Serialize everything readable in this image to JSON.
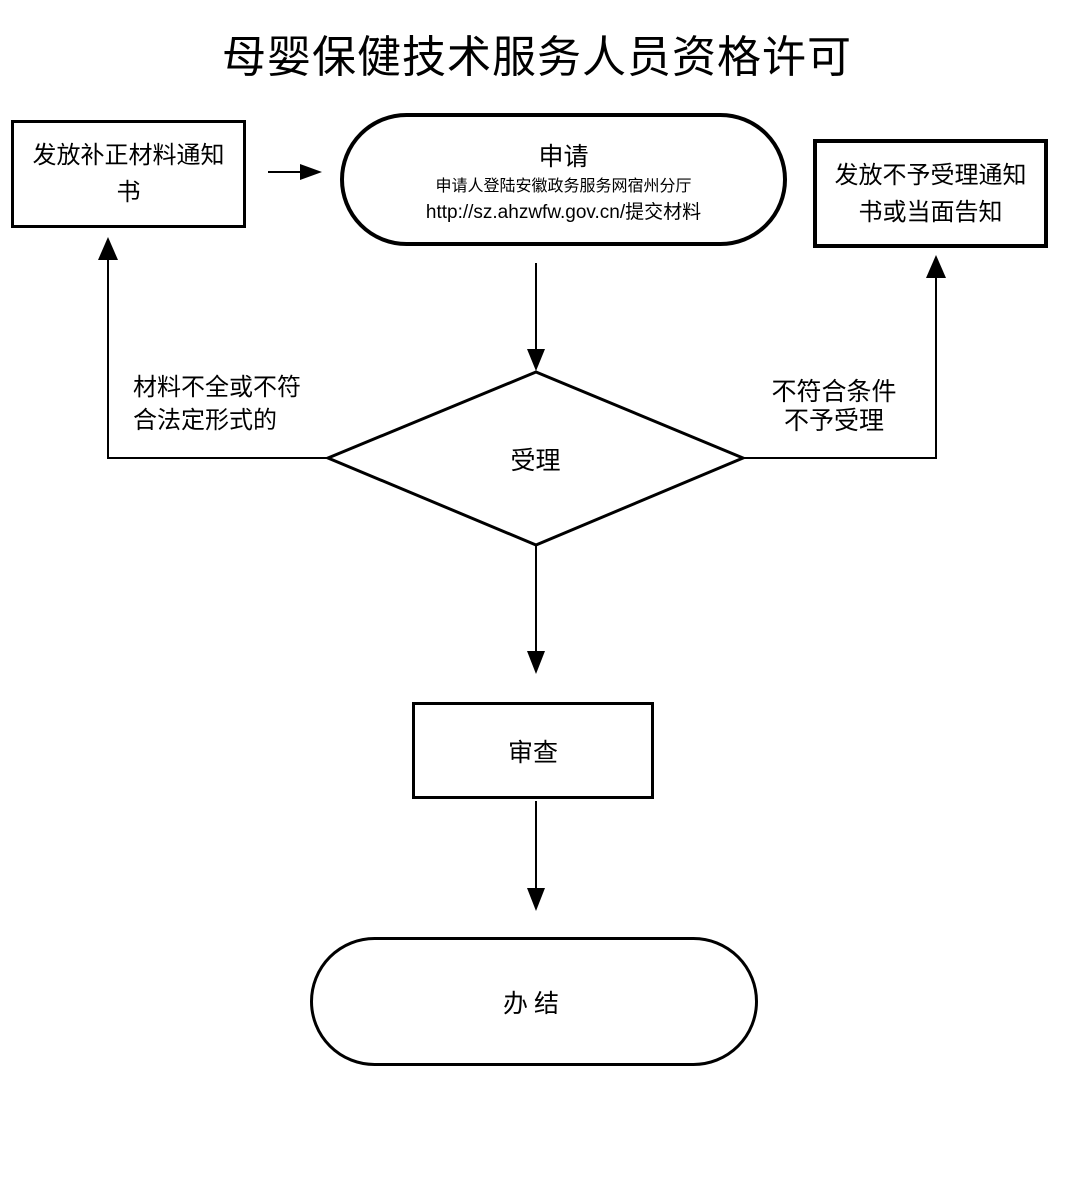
{
  "title": "母婴保健技术服务人员资格许可",
  "nodes": {
    "correction_notice": {
      "label": "发放补正材料通知书"
    },
    "apply": {
      "title": "申请",
      "subtitle": "申请人登陆安徽政务服务网宿州分厅",
      "url": "http://sz.ahzwfw.gov.cn/提交材料"
    },
    "rejection_notice": {
      "label": "发放不予受理通知书或当面告知"
    },
    "accept": {
      "label": "受理"
    },
    "review": {
      "label": "审查"
    },
    "complete": {
      "label": "办结"
    }
  },
  "edge_labels": {
    "incomplete_materials": "材料不全或不符合法定形式的",
    "not_qualified": "不符合条件不予受理"
  },
  "colors": {
    "line": "#000000",
    "background": "#ffffff",
    "text": "#000000"
  }
}
